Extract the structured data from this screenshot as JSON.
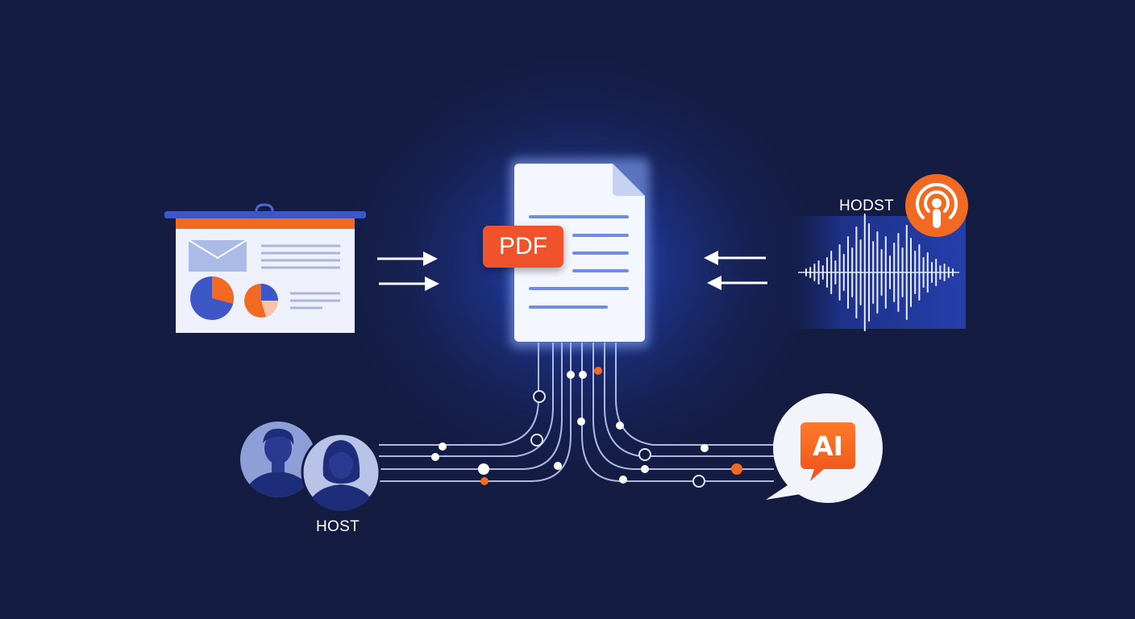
{
  "colors": {
    "background": "#141c42",
    "accent_orange": "#f26a22",
    "accent_blue": "#3d57c7",
    "line": "#c9d4ff"
  },
  "document": {
    "badge": "PDF",
    "icon": "pdf-document-icon"
  },
  "podcast": {
    "label": "HODST",
    "icon": "podcast-icon"
  },
  "hosts": {
    "label": "HOST",
    "icon": "two-hosts-icon"
  },
  "ai": {
    "badge": "AI",
    "icon": "ai-speech-bubble-icon"
  },
  "presentation": {
    "icon": "presentation-slide-icon"
  },
  "waveform": {
    "icon": "audio-waveform-icon"
  }
}
